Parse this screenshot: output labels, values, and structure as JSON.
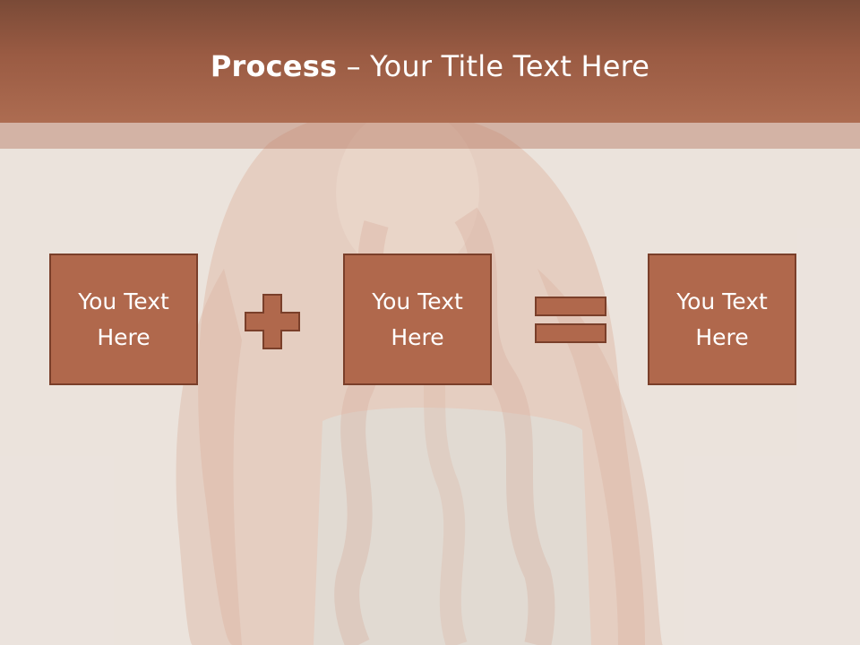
{
  "slide": {
    "title_bold": "Process",
    "title_dash": " – ",
    "title_rest": "Your Title Text Here",
    "boxes": [
      {
        "text": "You Text Here"
      },
      {
        "text": "You Text Here"
      },
      {
        "text": "You Text Here"
      }
    ],
    "operators": [
      "plus-icon",
      "equals-icon"
    ]
  },
  "colors": {
    "title_bar": "#9a5b43",
    "box_fill": "#b0684c",
    "box_border": "#7a3f2a",
    "background": "#e6ddd5"
  }
}
